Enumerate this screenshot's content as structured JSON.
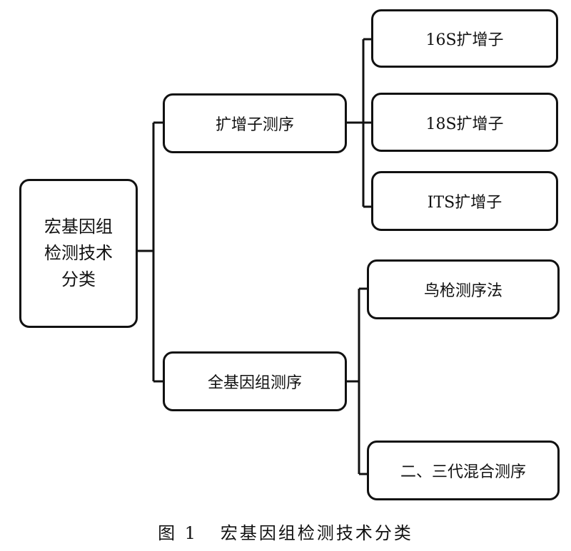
{
  "root": {
    "lines": [
      "宏基因组",
      "检测技术",
      "分类"
    ]
  },
  "level1": [
    {
      "label": "扩增子测序"
    },
    {
      "label": "全基因组测序"
    }
  ],
  "level2_amplicon": [
    {
      "label": "16S扩增子"
    },
    {
      "label": "18S扩增子"
    },
    {
      "label": "ITS扩增子"
    }
  ],
  "level2_wgs": [
    {
      "label": "鸟枪测序法"
    },
    {
      "label": "二、三代混合测序"
    }
  ],
  "caption": "图 1   宏基因组检测技术分类"
}
